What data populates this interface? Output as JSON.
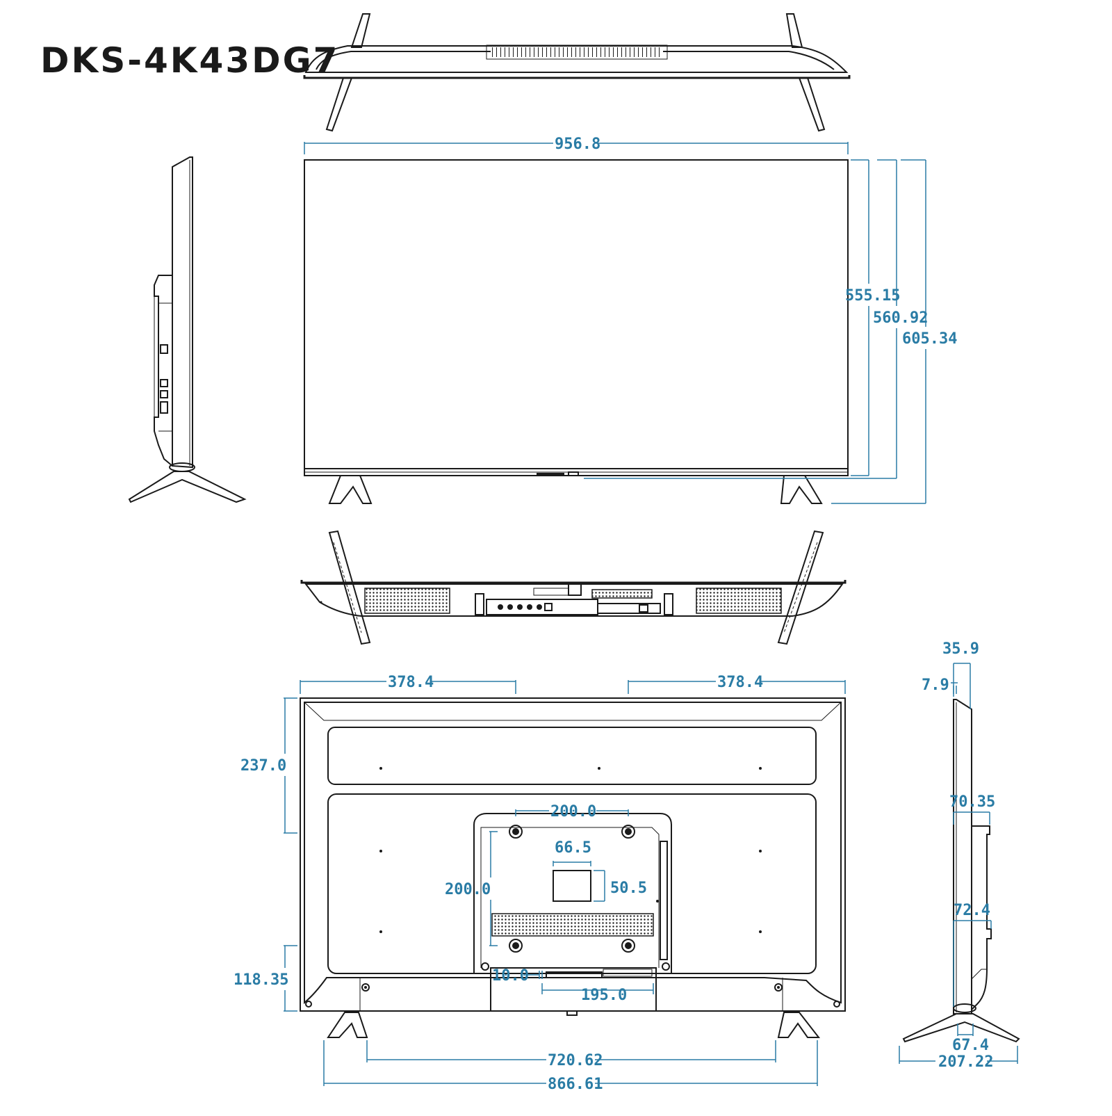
{
  "model": "DKS-4K43DG7",
  "colors": {
    "dimension": "#2a7ca5",
    "outline": "#1a1a1a",
    "background": "#ffffff"
  },
  "dimensions": {
    "front_width": "956.8",
    "panel_height": "555.15",
    "height_no_stand": "560.92",
    "height_with_stand": "605.34",
    "top_left_offset": "378.4",
    "top_right_offset": "378.4",
    "upper_hole_height": "237.0",
    "lower_hole_height": "118.35",
    "vesa_horizontal": "200.0",
    "vesa_vertical": "200.0",
    "label_width": "66.5",
    "label_height": "50.5",
    "port_offset": "10.0",
    "port_width": "195.0",
    "stand_inner": "720.62",
    "stand_outer": "866.61",
    "side_top_depth": "35.9",
    "side_bezel_depth": "7.9",
    "side_mid_depth": "70.35",
    "side_lower_depth": "72.4",
    "stand_depth_inner": "67.4",
    "stand_depth_outer": "207.22"
  }
}
